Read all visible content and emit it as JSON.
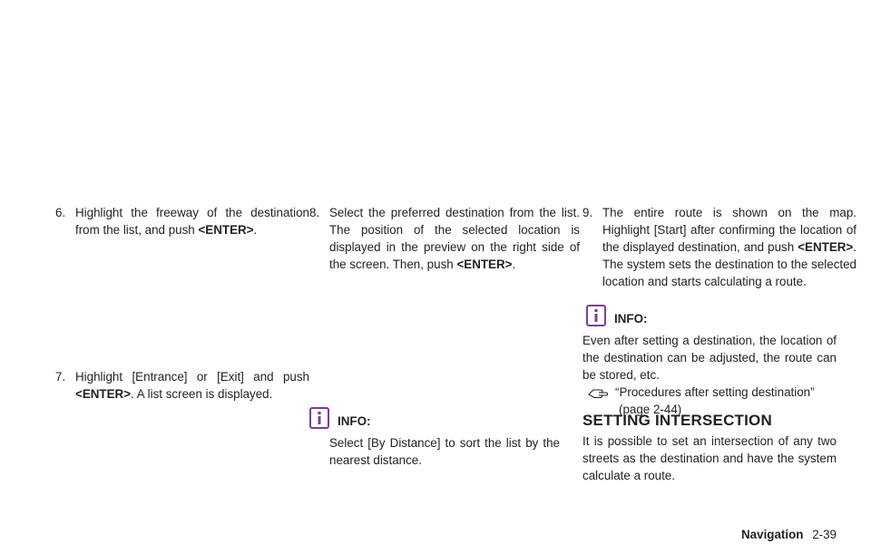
{
  "col1": {
    "step6": {
      "number": "6.",
      "text_a": "Highlight the freeway of the destination from the list, and push ",
      "enter": "<ENTER>",
      "text_b": "."
    },
    "step7": {
      "number": "7.",
      "text_a": "Highlight [Entrance] or [Exit] and push ",
      "enter": "<ENTER>",
      "text_b": ". A list screen is displayed."
    }
  },
  "col2": {
    "step8": {
      "number": "8.",
      "text_a": "Select the preferred destination from the list. The position of the selected location is displayed in the preview on the right side of the screen. Then, push ",
      "enter": "<ENTER>",
      "text_b": "."
    },
    "info": {
      "label": "INFO:",
      "text": "Select [By Distance] to sort the list by the nearest distance."
    }
  },
  "col3": {
    "step9": {
      "number": "9.",
      "text_a": "The entire route is shown on the map. Highlight [Start] after confirming the location of the displayed destination, and push ",
      "enter": "<ENTER>",
      "text_b": ". The system sets the destination to the selected location and starts calculating a route."
    },
    "info": {
      "label": "INFO:",
      "text": "Even after setting a destination, the location of the destination can be adjusted, the route can be stored, etc.",
      "ref_text": "“Procedures after setting destination”",
      "ref_page": "(page 2-44)"
    },
    "section_title": "SETTING INTERSECTION",
    "section_text": "It is possible to set an intersection of any two streets as the destination and have the system calculate a route."
  },
  "footer": {
    "section": "Navigation",
    "page": "2-39"
  },
  "colors": {
    "icon_purple": "#7b3f98",
    "text": "#231f20"
  }
}
